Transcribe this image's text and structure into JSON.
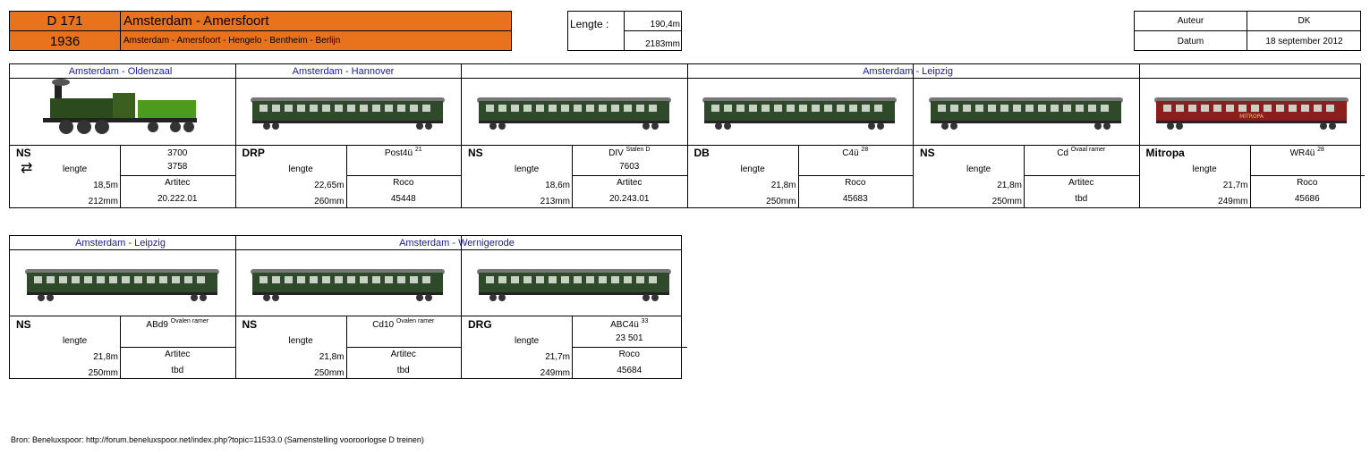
{
  "header": {
    "train_id": "D 171",
    "route_short": "Amsterdam - Amersfoort",
    "year": "1936",
    "route_full": "Amsterdam - Amersfoort - Hengelo - Bentheim - Berlijn",
    "length_label": "Lengte :",
    "length_real": "190,4m",
    "length_model": "2183mm",
    "author_label": "Auteur",
    "author_value": "DK",
    "date_label": "Datum",
    "date_value": "18 september 2012"
  },
  "colors": {
    "orange": "#e8731c",
    "route_blue": "#1a1a9a",
    "ns_green": "#2f4a2a",
    "loco_green": "#4c9a1e",
    "mitropa_red": "#8c1e1e"
  },
  "sections_row1": [
    "Amsterdam - Oldenzaal",
    "Amsterdam - Hannover",
    "Amsterdam - Leipzig"
  ],
  "sections_row2": [
    "Amsterdam - Leipzig",
    "Amsterdam - Wernigerode"
  ],
  "row1": [
    {
      "owner": "NS",
      "type": "",
      "sup": "",
      "extra": "3700",
      "number": "3758",
      "length_label": "lengte",
      "length": "18,5m",
      "mm": "212mm",
      "maker": "Artitec",
      "art": "20.222.01",
      "image": "steam-locomotive",
      "has_logo": true
    },
    {
      "owner": "DRP",
      "type": "Post4ü",
      "sup": "21",
      "extra": "",
      "number": "",
      "length_label": "lengte",
      "length": "22,65m",
      "mm": "260mm",
      "maker": "Roco",
      "art": "45448",
      "image": "post-wagon"
    },
    {
      "owner": "NS",
      "type": "DIV",
      "sup": "Stalen D",
      "extra": "",
      "number": "7603",
      "length_label": "lengte",
      "length": "18,6m",
      "mm": "213mm",
      "maker": "Artitec",
      "art": "20.243.01",
      "image": "baggage-wagon"
    },
    {
      "owner": "DB",
      "type": "C4ü",
      "sup": "28",
      "extra": "",
      "number": "",
      "length_label": "lengte",
      "length": "21,8m",
      "mm": "250mm",
      "maker": "Roco",
      "art": "45683",
      "image": "coach-wagon"
    },
    {
      "owner": "NS",
      "type": "Cd",
      "sup": "Ovaal ramer",
      "extra": "",
      "number": "",
      "length_label": "lengte",
      "length": "21,8m",
      "mm": "250mm",
      "maker": "Artitec",
      "art": "tbd",
      "image": "coach-wagon"
    },
    {
      "owner": "Mitropa",
      "type": "WR4ü",
      "sup": "28",
      "extra": "",
      "number": "",
      "length_label": "lengte",
      "length": "21,7m",
      "mm": "249mm",
      "maker": "Roco",
      "art": "45686",
      "image": "dining-wagon",
      "wagon_text": "MITROPA"
    }
  ],
  "row2": [
    {
      "owner": "NS",
      "type": "ABd9",
      "sup": "Ovalen ramer",
      "extra": "",
      "number": "",
      "length_label": "lengte",
      "length": "21,8m",
      "mm": "250mm",
      "maker": "Artitec",
      "art": "tbd",
      "image": "coach-wagon"
    },
    {
      "owner": "NS",
      "type": "Cd10",
      "sup": "Ovalen ramer",
      "extra": "",
      "number": "",
      "length_label": "lengte",
      "length": "21,8m",
      "mm": "250mm",
      "maker": "Artitec",
      "art": "tbd",
      "image": "coach-wagon"
    },
    {
      "owner": "DRG",
      "type": "ABC4ü",
      "sup": "33",
      "extra": "",
      "number": "23 501",
      "length_label": "lengte",
      "length": "21,7m",
      "mm": "249mm",
      "maker": "Roco",
      "art": "45684",
      "image": "coach-wagon"
    }
  ],
  "footer": "Bron: Beneluxspoor: http://forum.beneluxspoor.net/index.php?topic=11533.0 (Samenstelling vooroorlogse D treinen)"
}
